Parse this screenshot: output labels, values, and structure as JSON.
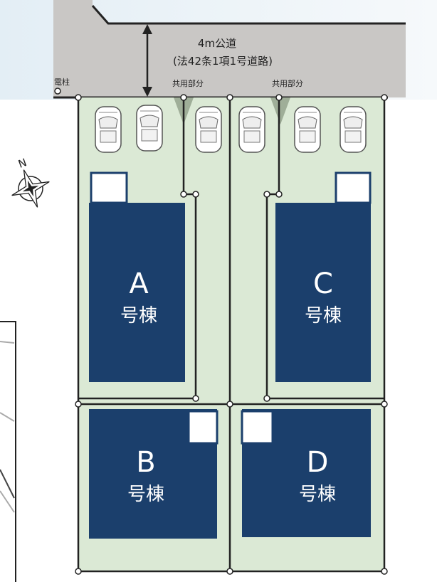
{
  "road": {
    "title": "4m公道",
    "subtitle": "(法42条1項1号道路)"
  },
  "utility_pole_label": "電柱",
  "shared_area_labels": [
    "共用部分",
    "共用部分"
  ],
  "compass": {
    "north_label": "N"
  },
  "buildings": [
    {
      "letter": "A",
      "suffix": "号棟"
    },
    {
      "letter": "B",
      "suffix": "号棟"
    },
    {
      "letter": "C",
      "suffix": "号棟"
    },
    {
      "letter": "D",
      "suffix": "号棟"
    }
  ],
  "colors": {
    "road": "#c9c7c5",
    "lot": "#dbe9d5",
    "building": "#1b3f6c",
    "line": "#222222"
  }
}
